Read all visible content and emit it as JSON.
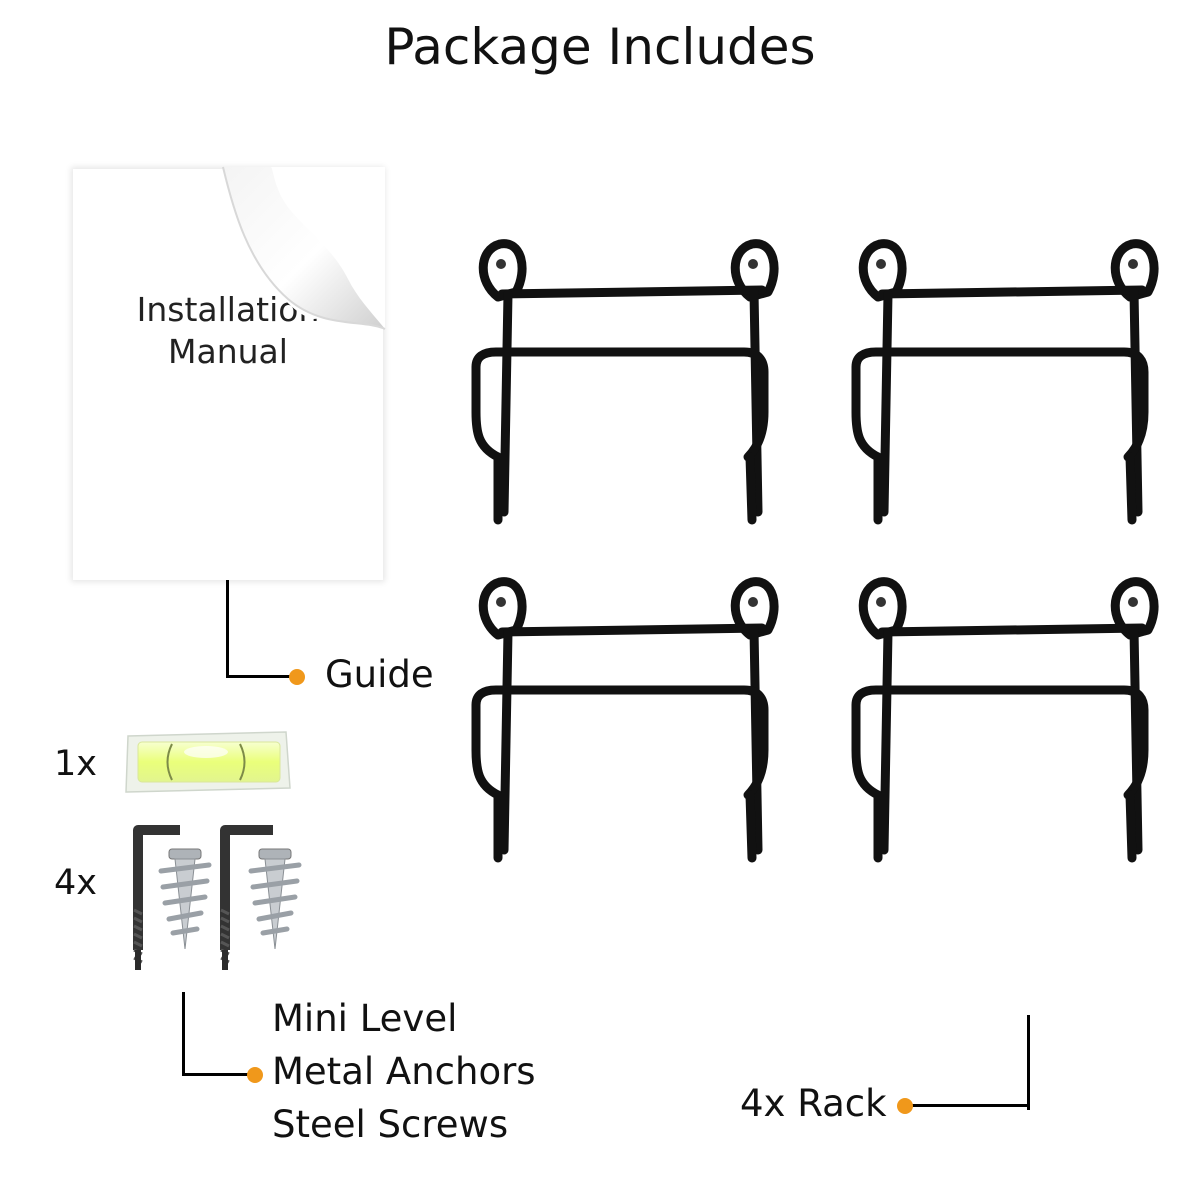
{
  "title": "Package Includes",
  "manual": {
    "text_line1": "Installation",
    "text_line2": "Manual"
  },
  "labels": {
    "guide": "Guide",
    "level_qty": "1x",
    "screws_qty": "4x",
    "mini_level": "Mini Level",
    "metal_anchors": "Metal Anchors",
    "steel_screws": "Steel Screws",
    "rack": "4x Rack"
  },
  "colors": {
    "accent_dot": "#f0981b",
    "rack": "#111111",
    "line": "#000000"
  },
  "icons": [
    "page-curl-icon",
    "bubble-level-icon",
    "l-hook-screw-icon",
    "wall-anchor-icon",
    "rack-icon"
  ]
}
